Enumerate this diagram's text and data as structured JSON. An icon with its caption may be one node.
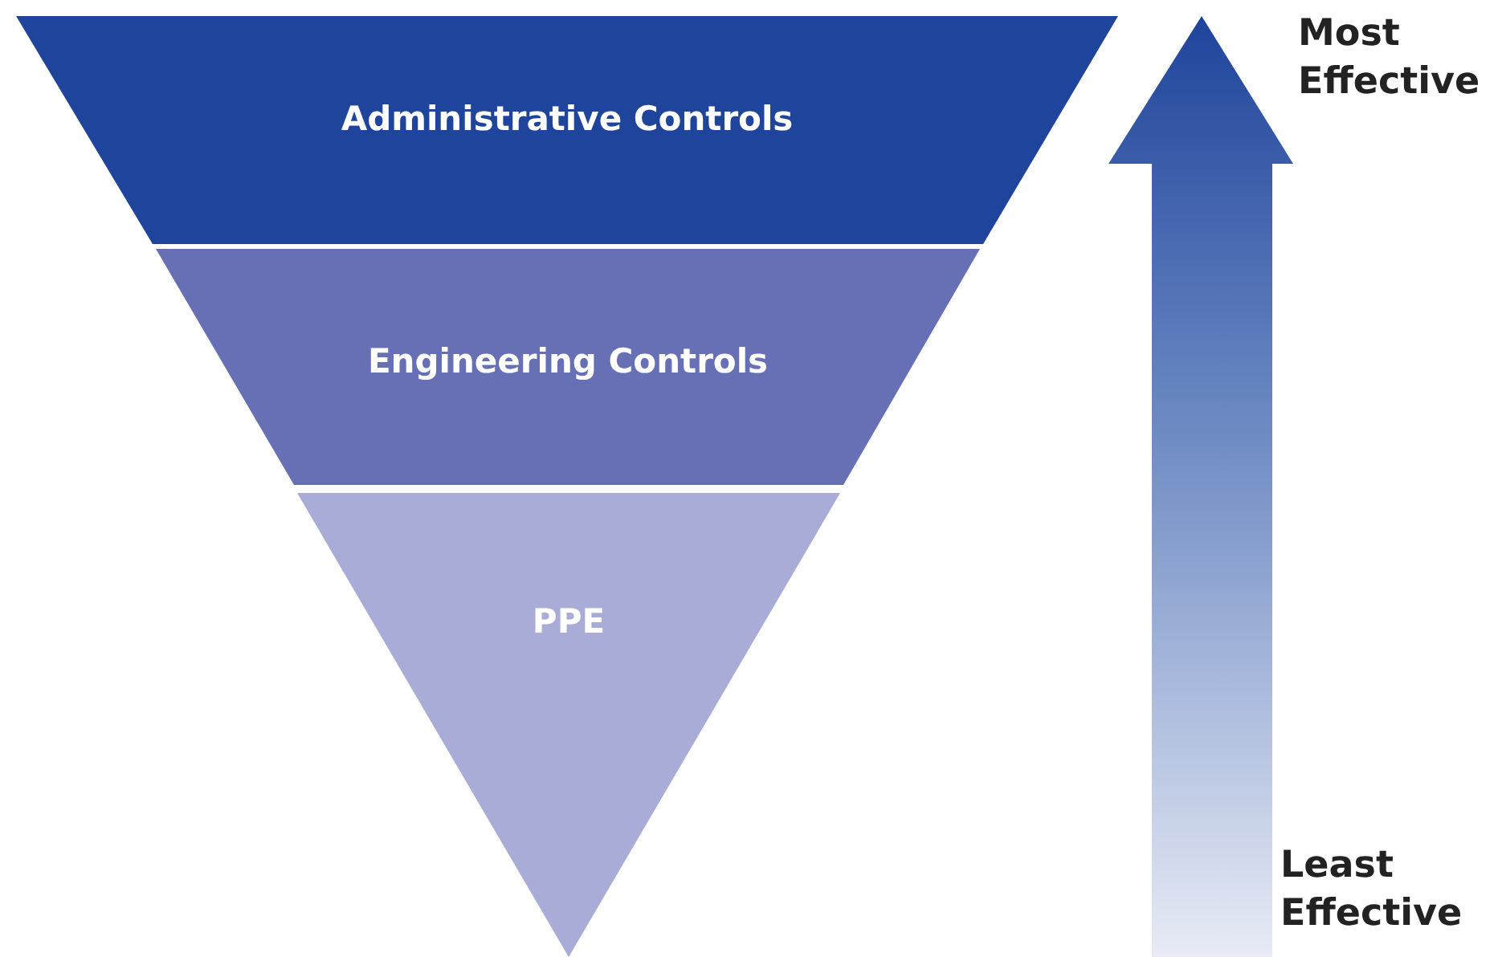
{
  "diagram": {
    "nodes": [
      {
        "text": [
          "Administrative Controls"
        ]
      },
      {
        "text": [
          "Engineering Controls"
        ]
      },
      {
        "text": [
          "PPE"
        ]
      }
    ],
    "labels": [
      "Most Effective",
      "Least Effective"
    ]
  }
}
